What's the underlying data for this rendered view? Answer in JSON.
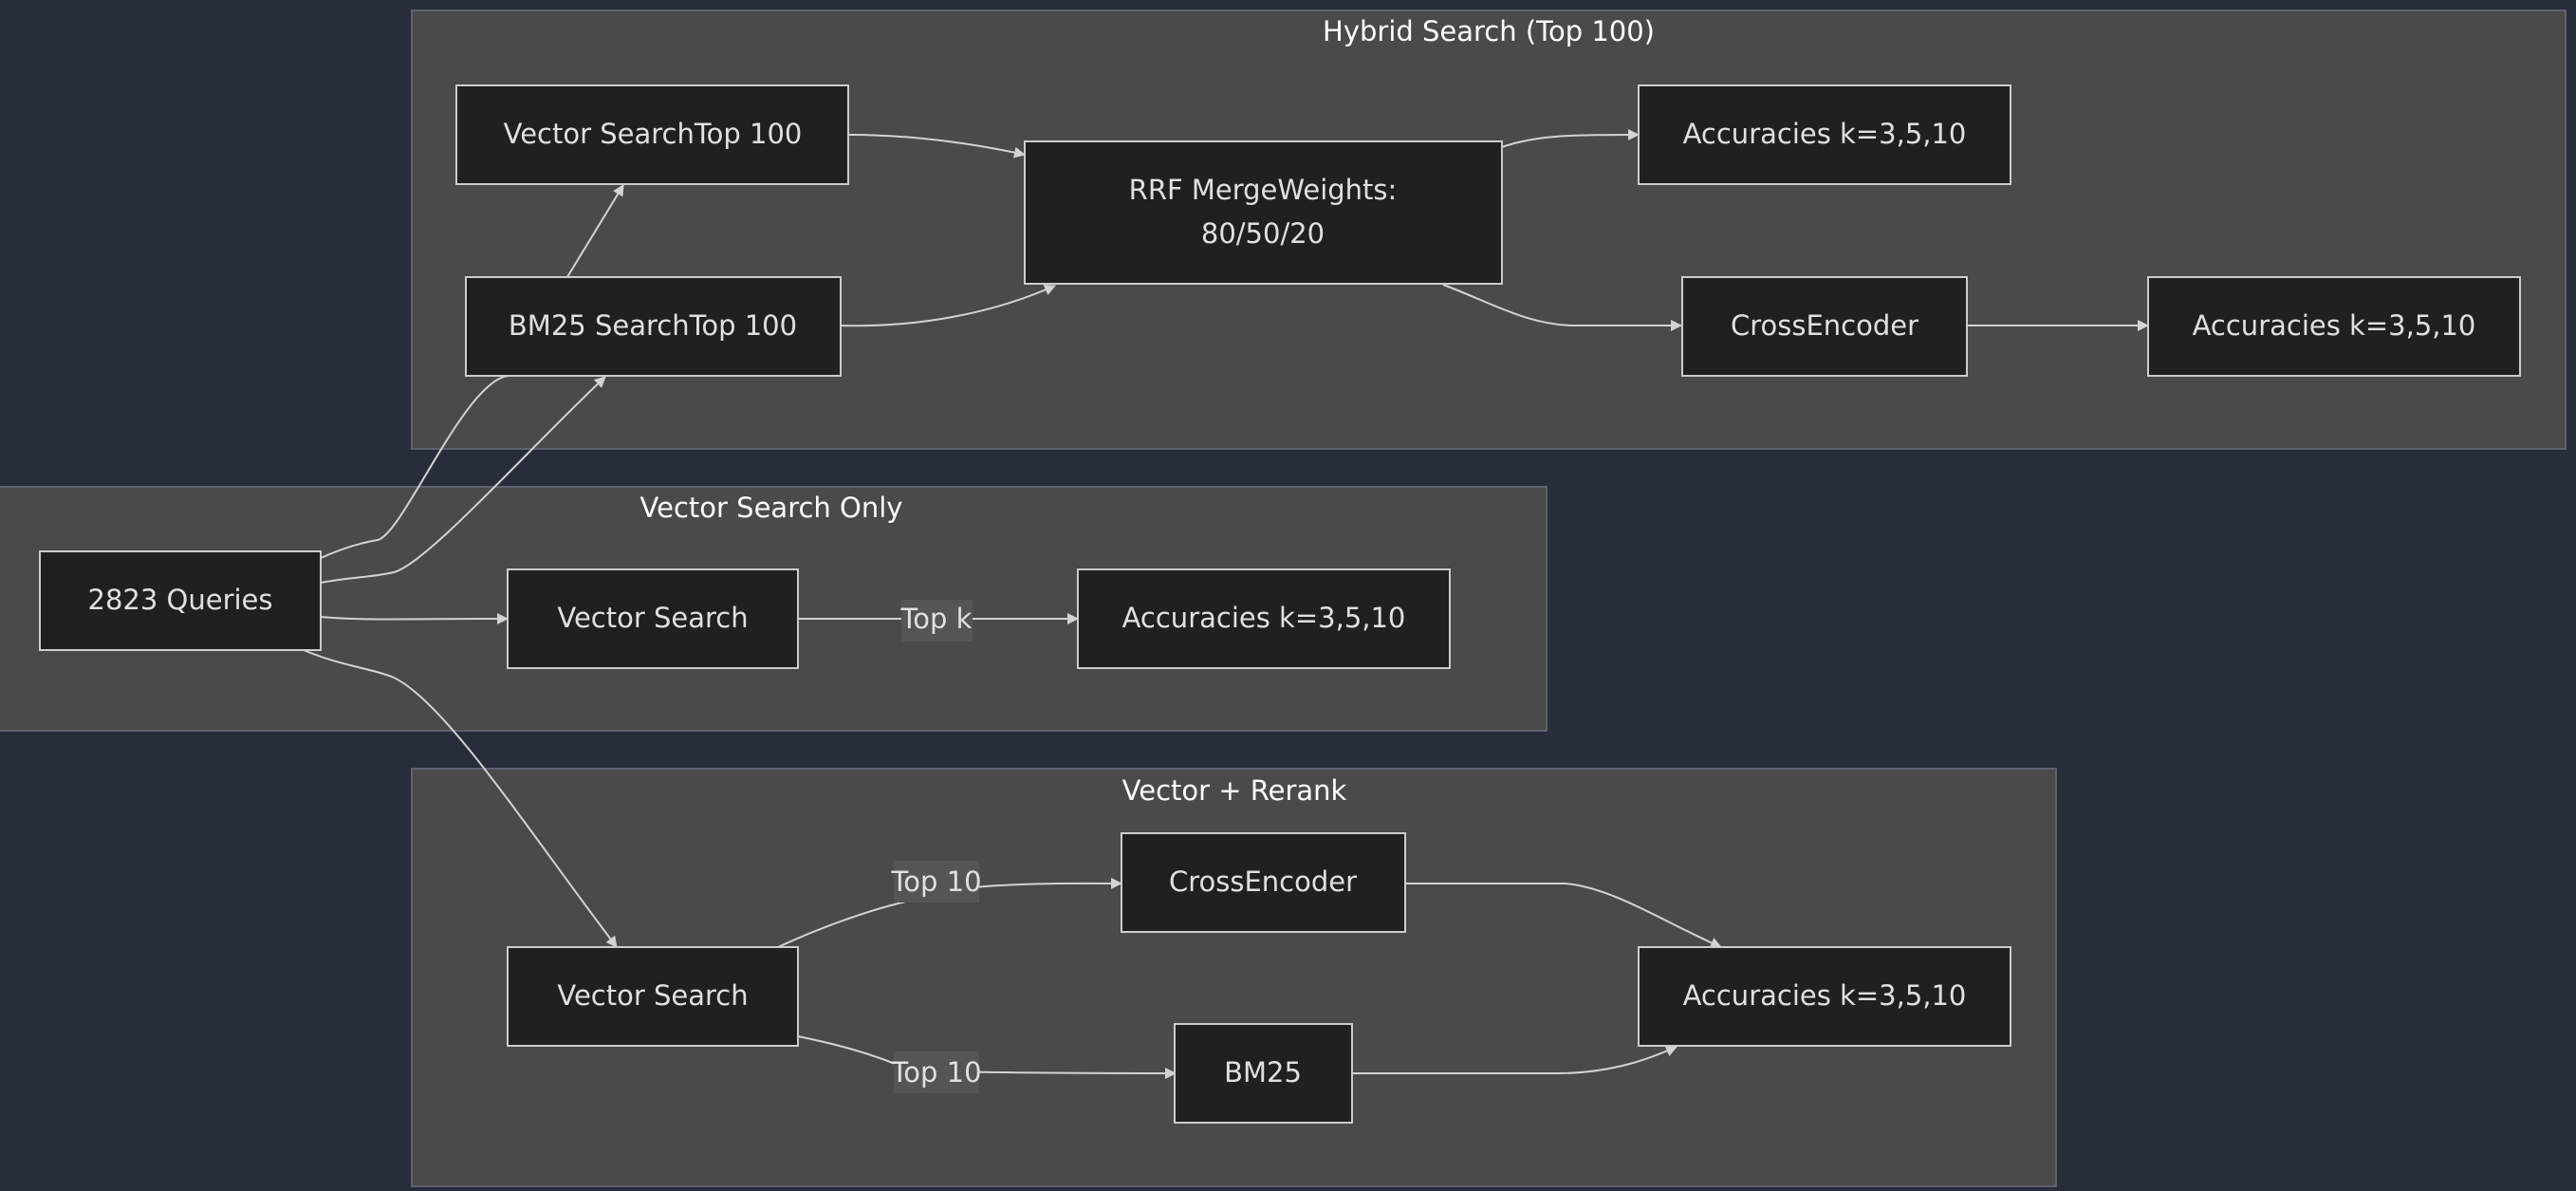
{
  "clusters": {
    "hybrid": "Hybrid Search (Top 100)",
    "vector_only": "Vector Search Only",
    "rerank": "Vector + Rerank"
  },
  "nodes": {
    "queries": "2823 Queries",
    "h_vector": "Vector SearchTop 100",
    "h_bm25": "BM25 SearchTop 100",
    "h_rrf_line1": "RRF MergeWeights:",
    "h_rrf_line2": "80/50/20",
    "h_acc1": "Accuracies k=3,5,10",
    "h_cross": "CrossEncoder",
    "h_acc2": "Accuracies k=3,5,10",
    "v_vector": "Vector Search",
    "v_acc": "Accuracies k=3,5,10",
    "r_vector": "Vector Search",
    "r_cross": "CrossEncoder",
    "r_bm25": "BM25",
    "r_acc": "Accuracies k=3,5,10"
  },
  "edge_labels": {
    "top_k": "Top k",
    "top_10_a": "Top 10",
    "top_10_b": "Top 10"
  },
  "colors": {
    "background": "#282d3a",
    "cluster_fill": "#4a4a4a",
    "node_fill": "#1f2020",
    "node_stroke": "#cccccc",
    "edge": "#d3d3d3"
  }
}
